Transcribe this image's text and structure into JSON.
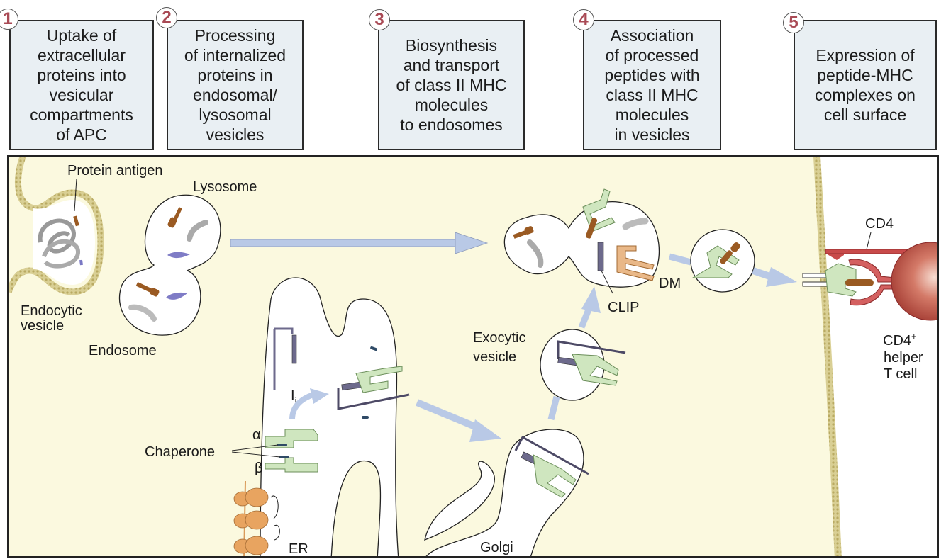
{
  "steps": [
    {
      "number": "1",
      "text": "Uptake of\nextracellular\nproteins into\nvesicular\ncompartments\nof APC"
    },
    {
      "number": "2",
      "text": "Processing\nof internalized\nproteins in\nendosomal/\nlysosomal\nvesicles"
    },
    {
      "number": "3",
      "text": "Biosynthesis\nand transport\nof class II MHC\nmolecules\nto endosomes"
    },
    {
      "number": "4",
      "text": "Association\nof processed\npeptides with\nclass II MHC\nmolecules\nin vesicles"
    },
    {
      "number": "5",
      "text": "Expression of\npeptide-MHC\ncomplexes on\ncell surface"
    }
  ],
  "labels": {
    "protein_antigen": "Protein antigen",
    "lysosome": "Lysosome",
    "endocytic_1": "Endocytic",
    "endocytic_2": "vesicle",
    "endosome": "Endosome",
    "ii": "I",
    "ii_sub": "i",
    "alpha": "α",
    "beta": "β",
    "chaperone": "Chaperone",
    "er": "ER",
    "golgi": "Golgi",
    "exocytic_1": "Exocytic",
    "exocytic_2": "vesicle",
    "clip": "CLIP",
    "dm": "DM",
    "cd4": "CD4",
    "tcell_1": "CD4",
    "tcell_sup": "+",
    "tcell_2": "helper",
    "tcell_3": "T cell"
  },
  "colors": {
    "cytoplasm": "#fbf9df",
    "box_fill": "#e9eff3",
    "step_number": "#a94a55",
    "membrane": "#d6c98a",
    "arrow": "#b9c9e6",
    "mhc_green": "#cfe6bf",
    "ii_purple": "#6d6a8c",
    "peptide_brown": "#9a5a22",
    "dm_orange": "#e9b888",
    "cd4_red": "#c84a4a",
    "tcell": "#b8483e",
    "ribosome": "#e8a460"
  }
}
